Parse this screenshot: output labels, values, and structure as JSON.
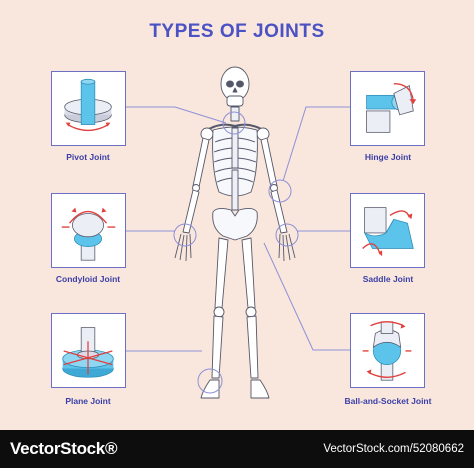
{
  "title": "TYPES OF JOINTS",
  "joints": {
    "pivot": "Pivot Joint",
    "condyloid": "Condyloid Joint",
    "plane": "Plane Joint",
    "hinge": "Hinge Joint",
    "saddle": "Saddle Joint",
    "ball": "Ball-and-Socket Joint"
  },
  "watermark": {
    "brand": "VectorStock®",
    "url": "VectorStock.com/52080662"
  },
  "colors": {
    "background": "#f9e6dc",
    "accent": "#4a52c4",
    "joint_blue": "#5cc3ea",
    "arrow_red": "#e0413f"
  }
}
